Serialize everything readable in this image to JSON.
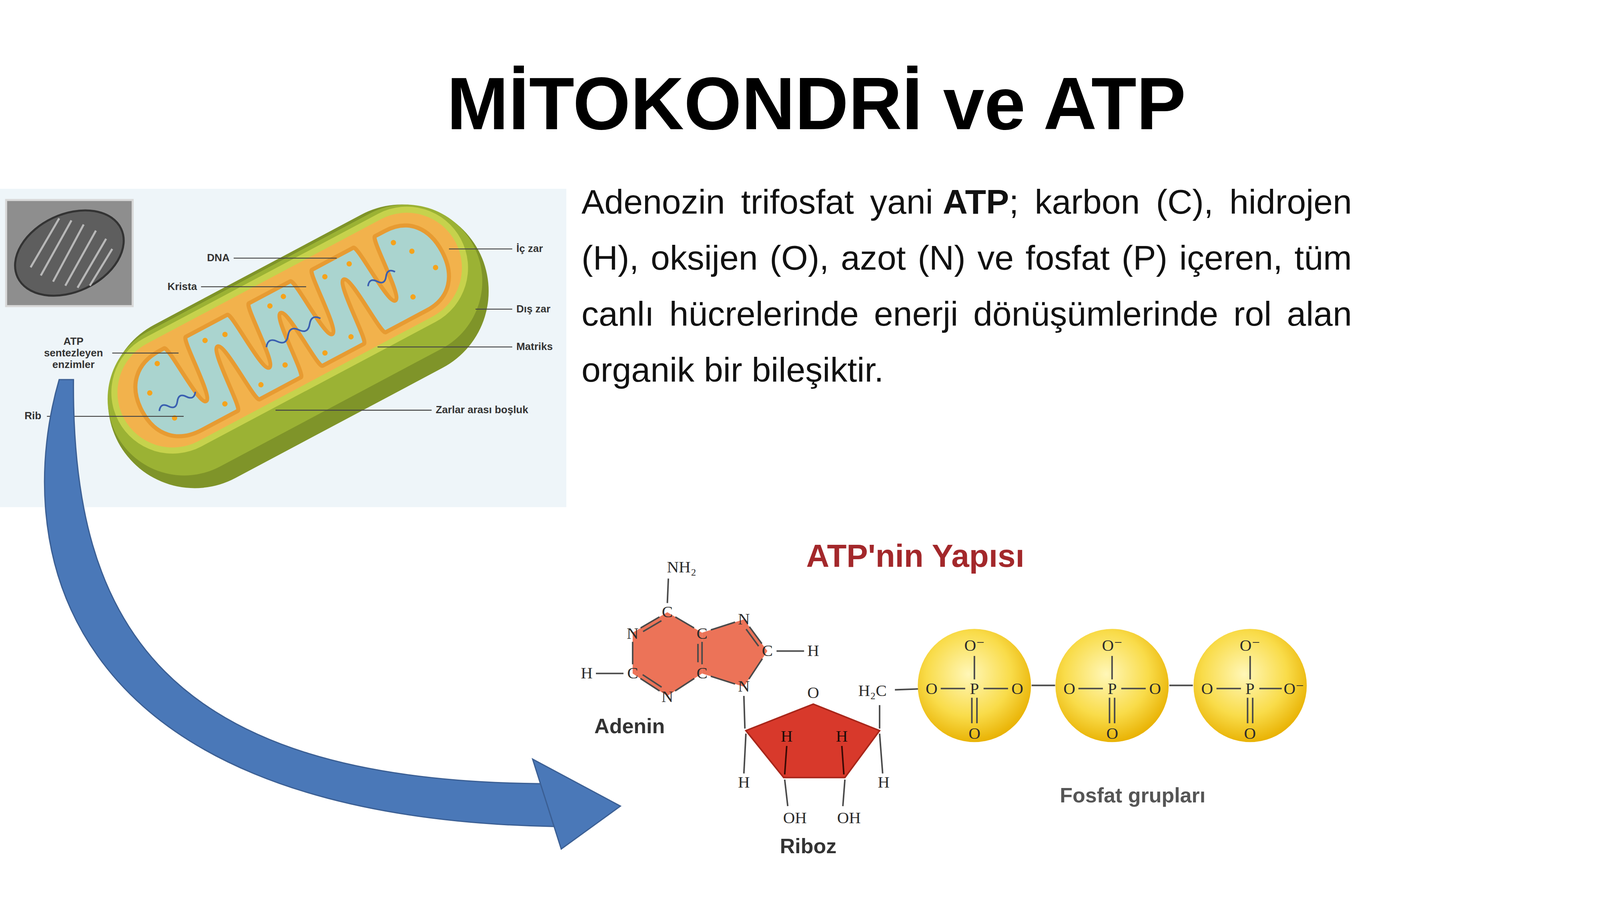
{
  "diagram": {
    "title": "MİTOKONDRİ ve ATP",
    "nodes": [
      {
        "text": [
          "O⁻",
          "O",
          "P",
          "O",
          "O"
        ]
      },
      {
        "text": [
          "O⁻",
          "O",
          "P",
          "O",
          "O"
        ]
      },
      {
        "text": [
          "O⁻",
          "O",
          "P",
          "O⁻",
          "O"
        ]
      }
    ],
    "edges": [
      {
        "from": 0,
        "to": 1,
        "arrow": "none"
      },
      {
        "from": 1,
        "to": 2,
        "arrow": "none"
      }
    ],
    "labels": [
      "Adenozin trifosfat yani",
      "ATP",
      "; karbon (C), hidrojen (H), oksijen (O), azot (N) ve fosfat (P) içeren, tüm canlı hücrelerinde enerji dönüşümlerinde rol alan organik bir bileşiktir.",
      "DNA",
      "Krista",
      "ATP sentezleyen enzimler",
      "Rib",
      "İç zar",
      "Dış zar",
      "Matriks",
      "Zarlar arası boşluk",
      "ATP'nin Yapısı",
      "NH₂",
      "C",
      "N",
      "C",
      "N",
      "H",
      "C",
      "C",
      "C",
      "H",
      "N",
      "N",
      "Adenin",
      "O",
      "H",
      "H",
      "H₂C",
      "H",
      "H",
      "OH",
      "OH",
      "Riboz",
      "Fosfat grupları"
    ]
  }
}
